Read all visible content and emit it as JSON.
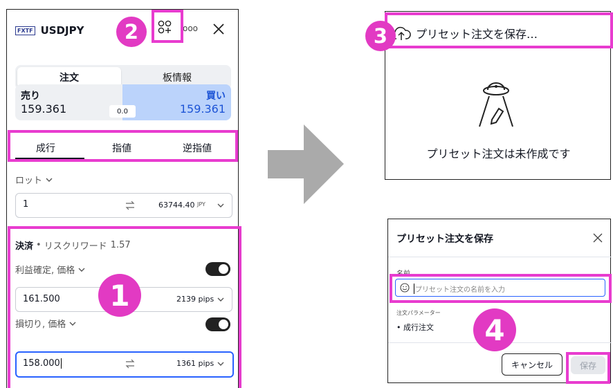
{
  "left": {
    "brand": "FXTF",
    "symbol": "USDJPY",
    "more_glyph": "ooo",
    "tabs": {
      "order": "注文",
      "board": "板情報"
    },
    "sell": {
      "label": "売り",
      "price": "159.361"
    },
    "spread": "0.0",
    "buy": {
      "label": "買い",
      "price": "159.361"
    },
    "order_types": [
      "成行",
      "指値",
      "逆指値"
    ],
    "lot": {
      "label": "ロット",
      "value": "1",
      "amount": "63744.40",
      "unit": "JPY"
    },
    "settlement": {
      "title": "決済",
      "sep": "•",
      "rr_label": "リスクリワード",
      "rr_value": "1.57"
    },
    "take_profit": {
      "label": "利益確定, 価格",
      "value": "161.500",
      "pips": "2139 pips"
    },
    "stop_loss": {
      "label": "損切り, 価格",
      "value": "158.000",
      "pips": "1361 pips"
    }
  },
  "preset": {
    "header": "プリセット注文を保存…",
    "empty_text": "プリセット注文は未作成です"
  },
  "dialog": {
    "title": "プリセット注文を保存",
    "name_label": "名前",
    "name_placeholder": "プリセット注文の名前を入力",
    "params_label": "注文パラメーター",
    "param_item": "• 成行注文",
    "cancel": "キャンセル",
    "save": "保存"
  },
  "badges": [
    "1",
    "2",
    "3",
    "4"
  ],
  "colors": {
    "highlight": "#e83ccf",
    "badge": "#e23ac3",
    "buy_bg": "#bbd3fb",
    "buy_text": "#1e55d6",
    "arrow": "#aaaaaa"
  },
  "icons": [
    "close-icon",
    "preset-icon",
    "chevron-down-icon",
    "swap-icon",
    "cloud-upload-icon",
    "ufo-pencil-icon",
    "smiley-icon"
  ]
}
